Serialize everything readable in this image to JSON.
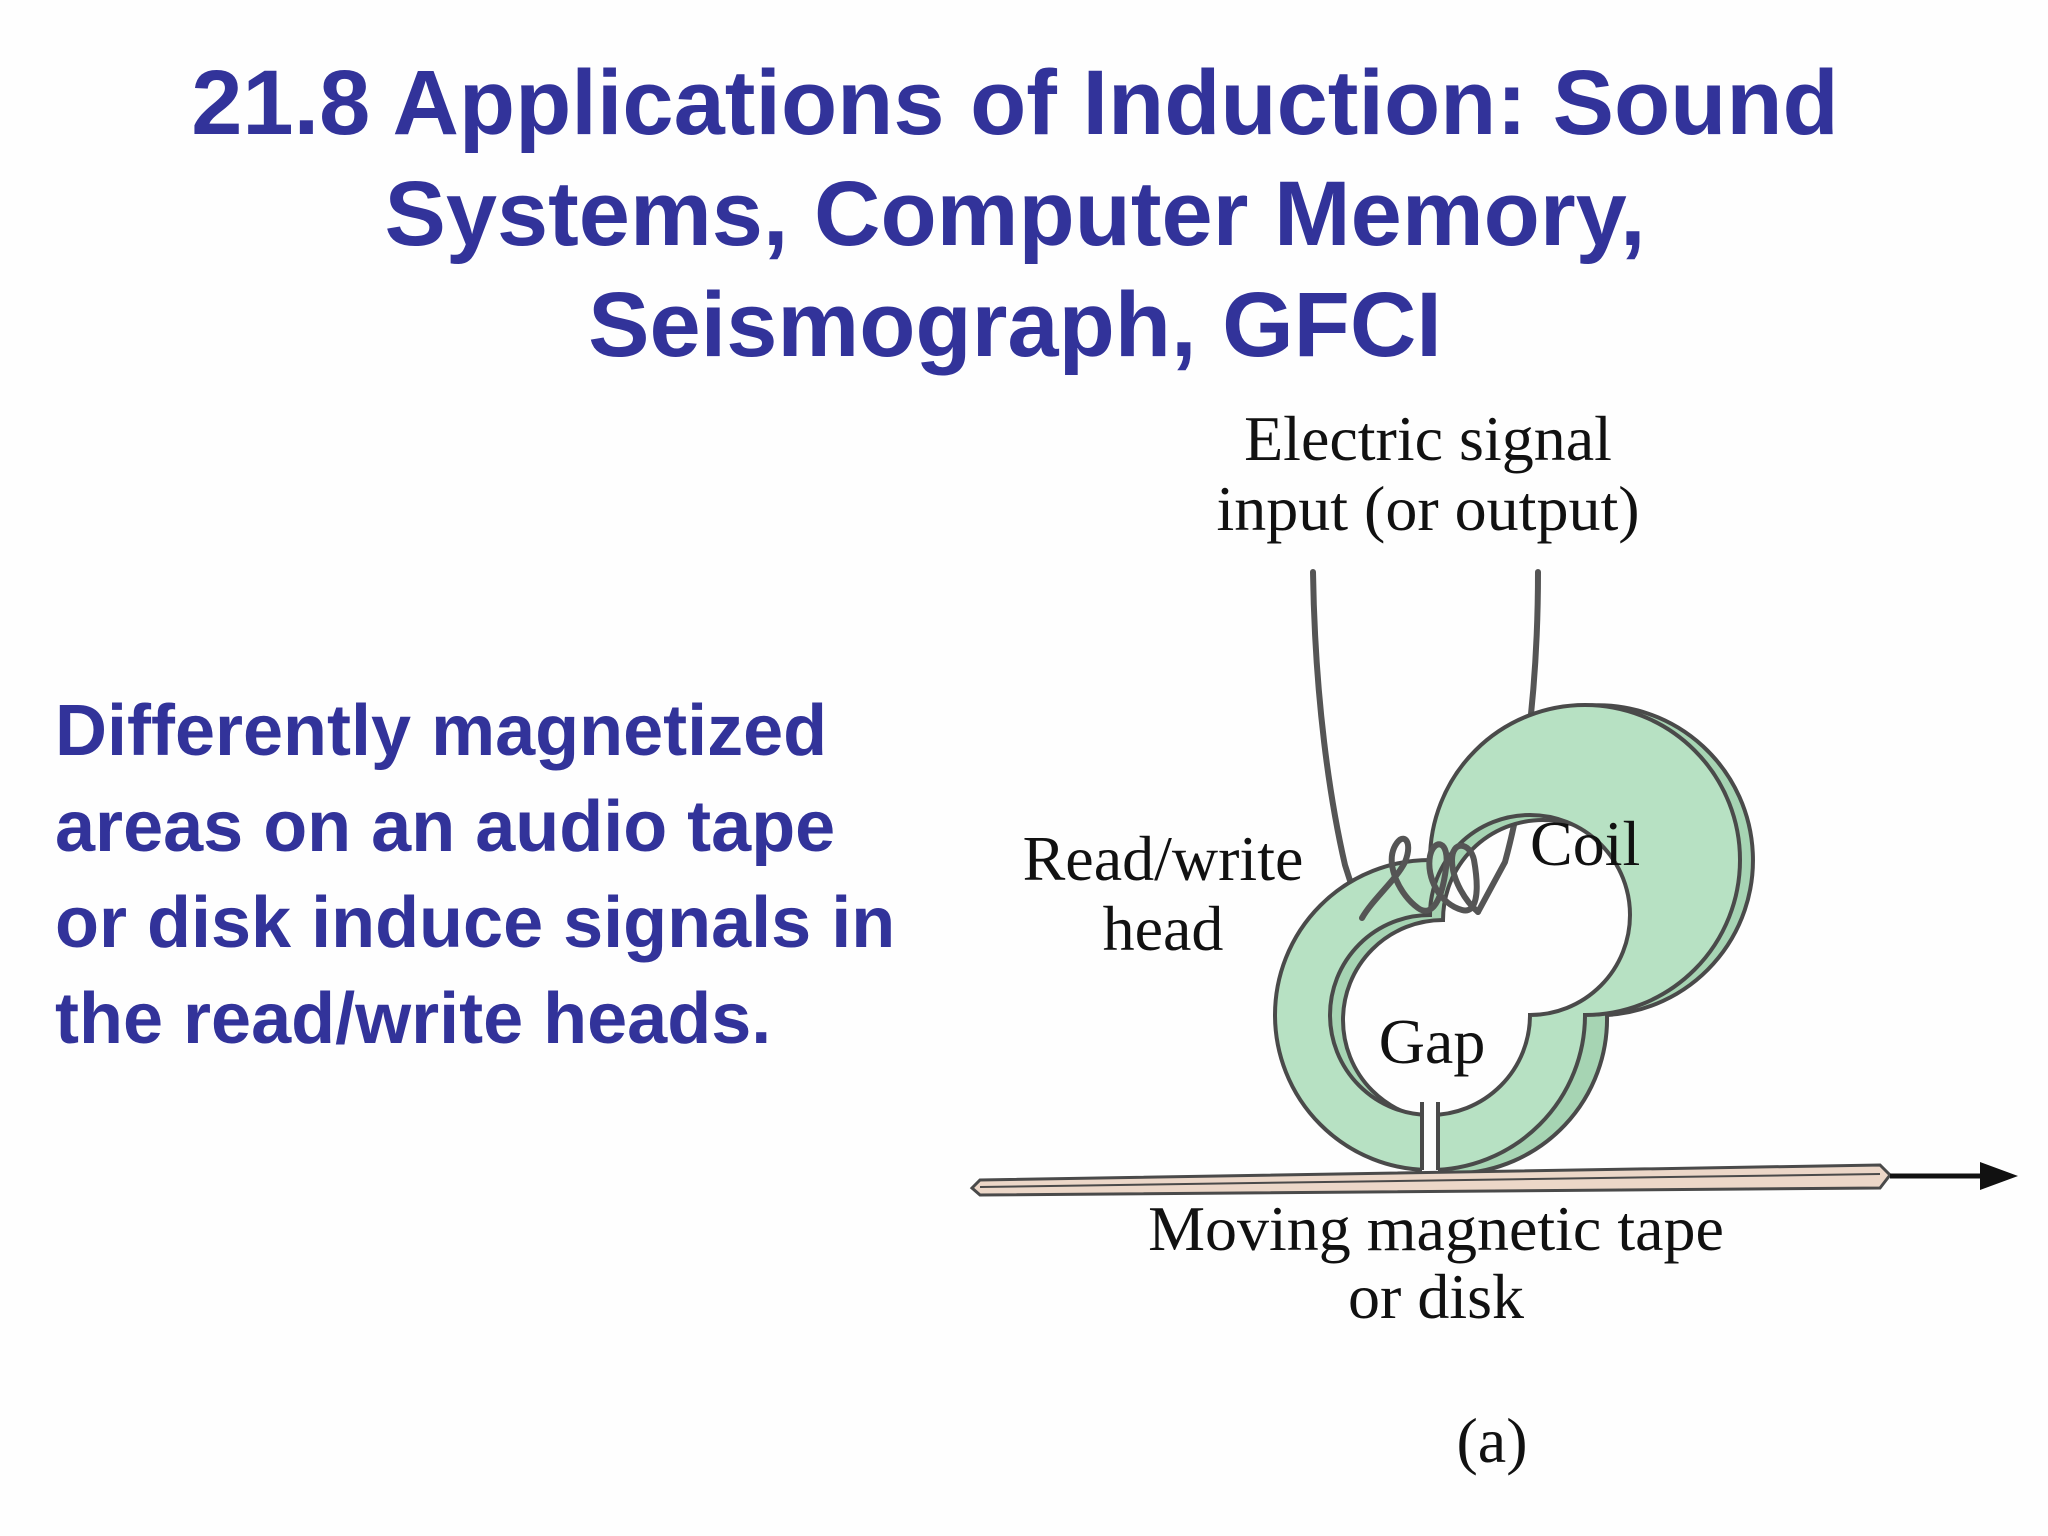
{
  "slide": {
    "title_lines": [
      "21.8 Applications of Induction: Sound",
      "Systems, Computer Memory,",
      "Seismograph, GFCI"
    ],
    "body_lines": [
      "Differently magnetized",
      "areas on an audio tape",
      "or disk induce signals in",
      "the read/write heads."
    ]
  },
  "figure": {
    "signal_label_lines": [
      "Electric signal",
      "input (or output)"
    ],
    "head_label_lines": [
      "Read/write",
      "head"
    ],
    "coil_label": "Coil",
    "gap_label": "Gap",
    "tape_label_lines": [
      "Moving magnetic tape",
      "or disk"
    ],
    "panel_label": "(a)"
  },
  "colors": {
    "title": "#32339a",
    "ring_fill": "#b7e1c3",
    "ring_stroke": "#4a4a4a",
    "tape_fill": "#ecd7c8",
    "wire": "#555555"
  }
}
